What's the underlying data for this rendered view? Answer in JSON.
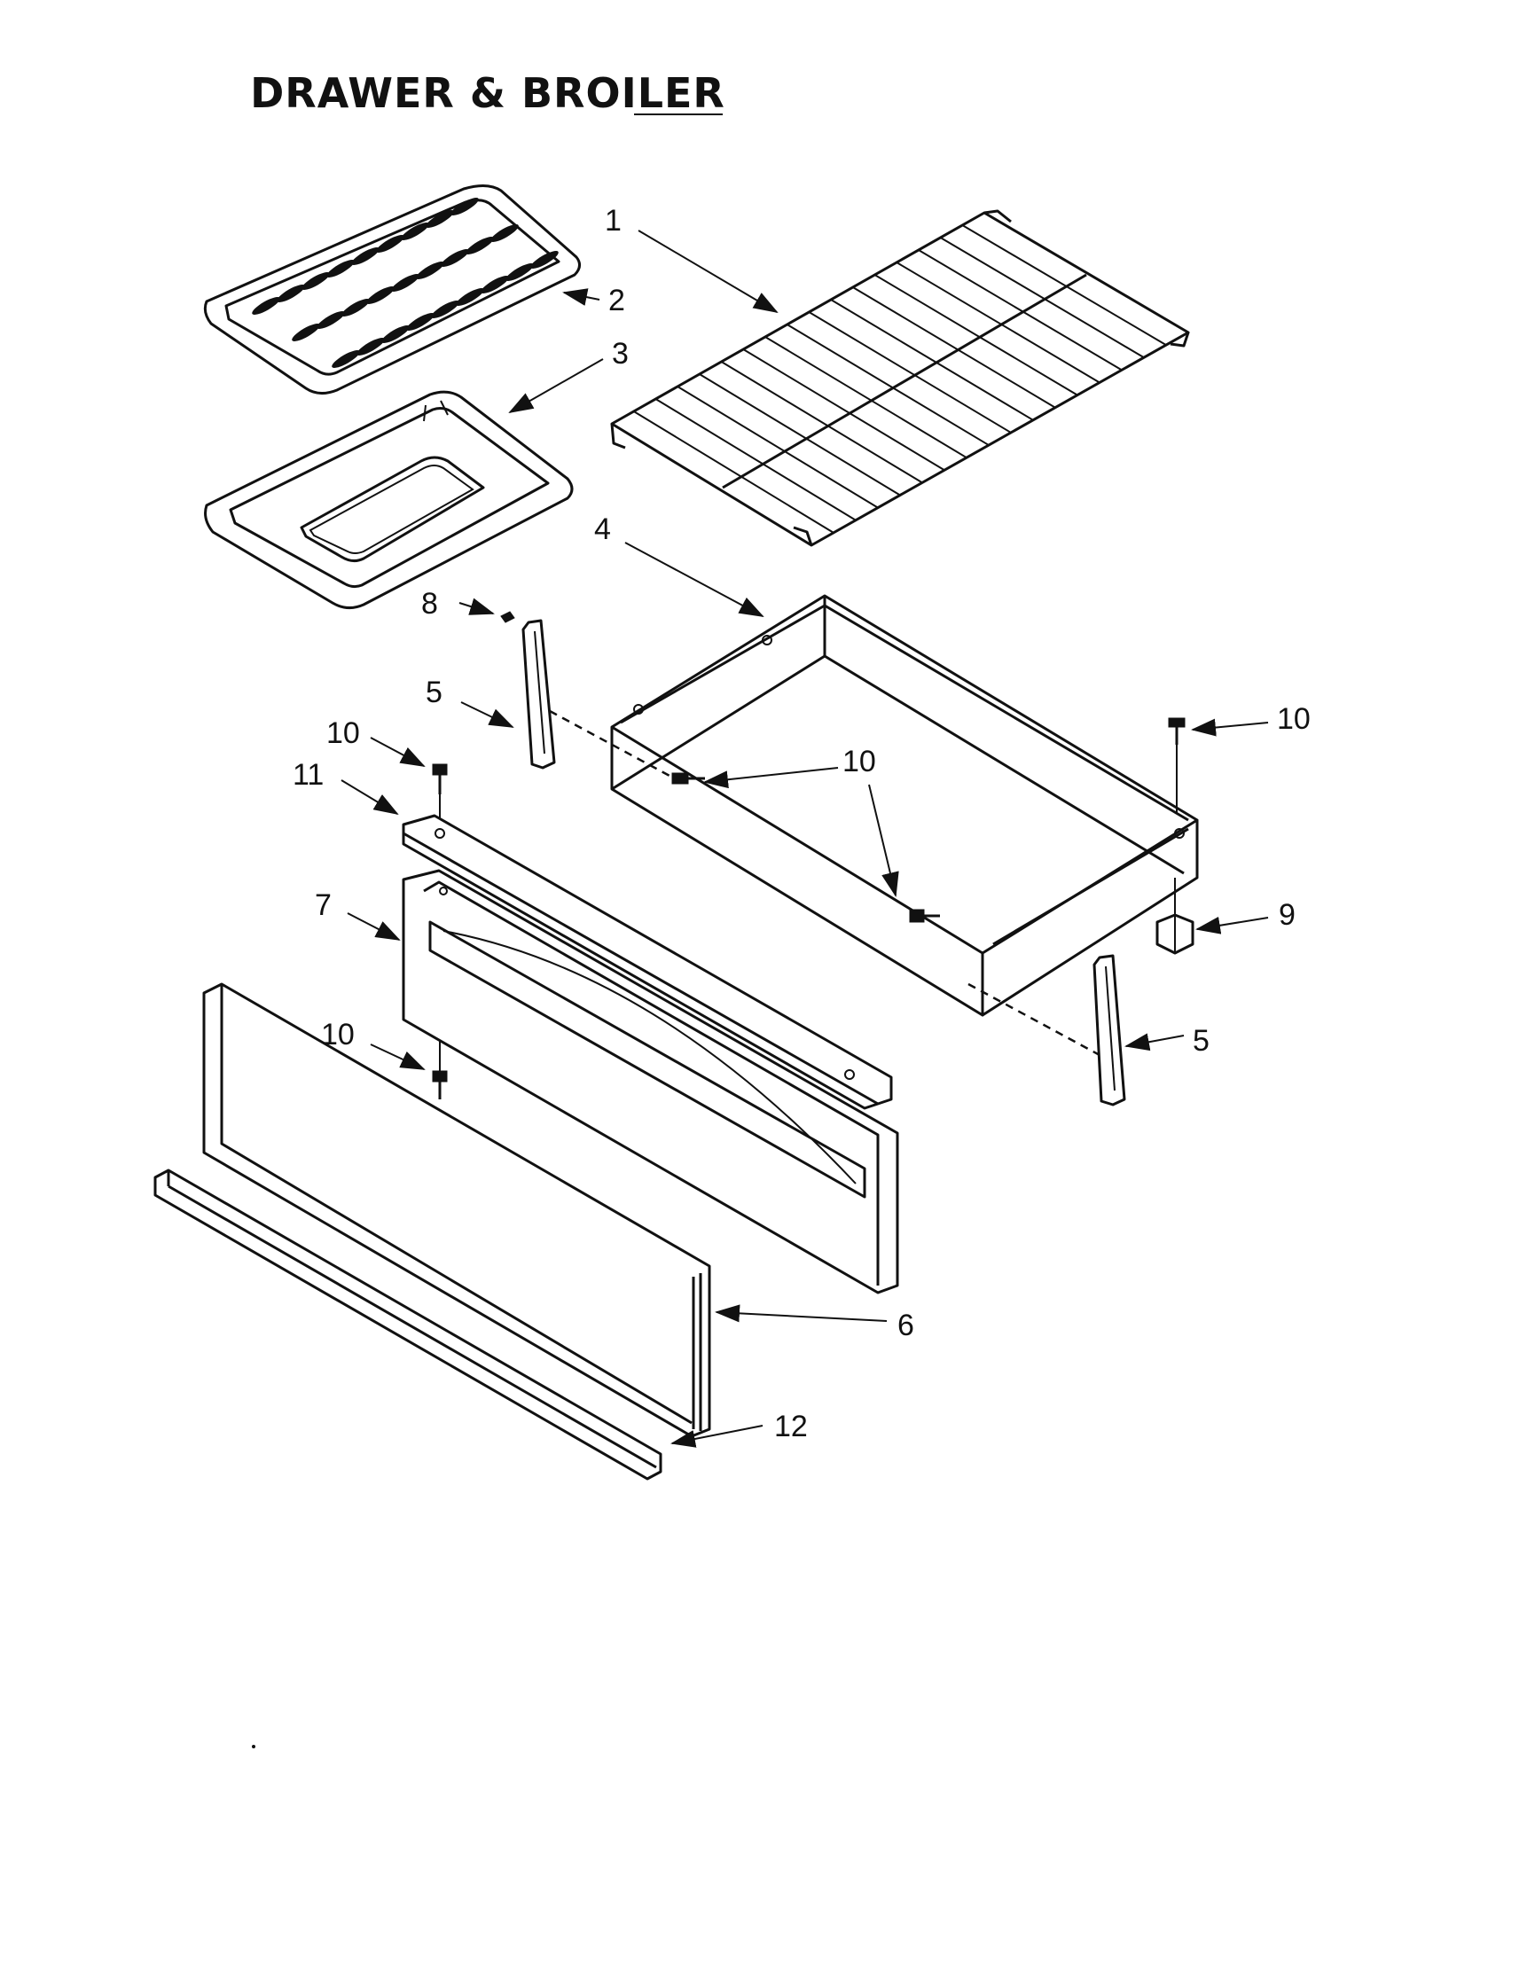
{
  "title": "DRAWER & BROILER",
  "callouts": [
    {
      "id": "c1",
      "label": "1"
    },
    {
      "id": "c2",
      "label": "2"
    },
    {
      "id": "c3",
      "label": "3"
    },
    {
      "id": "c4",
      "label": "4"
    },
    {
      "id": "c5a",
      "label": "5"
    },
    {
      "id": "c5b",
      "label": "5"
    },
    {
      "id": "c6",
      "label": "6"
    },
    {
      "id": "c7",
      "label": "7"
    },
    {
      "id": "c8",
      "label": "8"
    },
    {
      "id": "c9",
      "label": "9"
    },
    {
      "id": "c10a",
      "label": "10"
    },
    {
      "id": "c10b",
      "label": "10"
    },
    {
      "id": "c10c",
      "label": "10"
    },
    {
      "id": "c10d",
      "label": "10"
    },
    {
      "id": "c11",
      "label": "11"
    },
    {
      "id": "c12",
      "label": "12"
    }
  ]
}
